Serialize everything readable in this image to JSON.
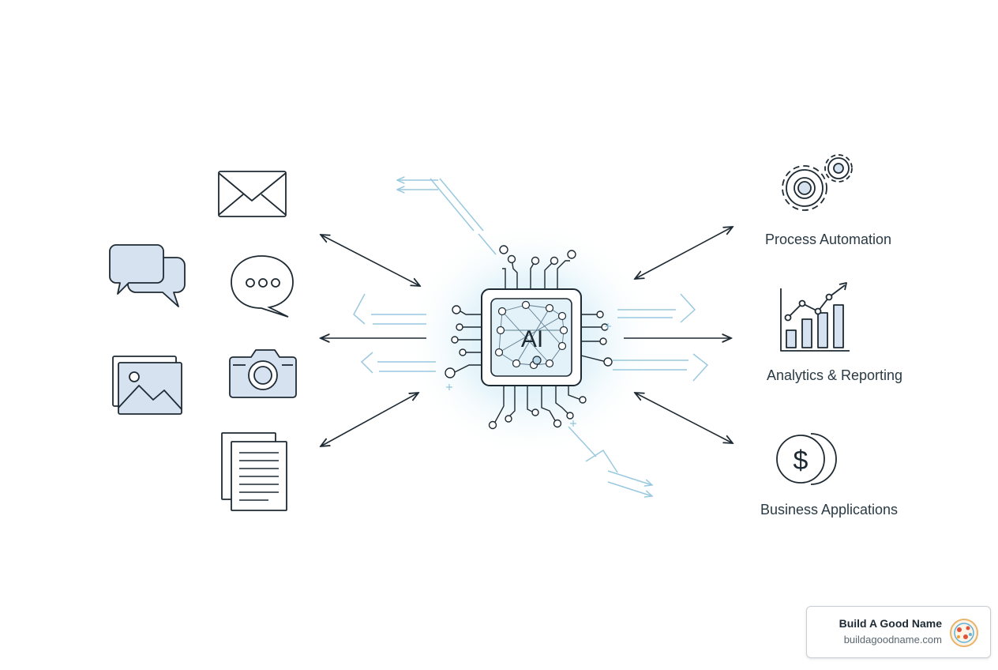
{
  "center": {
    "label": "AI"
  },
  "inputs": [
    {
      "icon": "envelope-icon"
    },
    {
      "icon": "chat-bubbles-icon"
    },
    {
      "icon": "speech-bubble-icon"
    },
    {
      "icon": "image-gallery-icon"
    },
    {
      "icon": "camera-icon"
    },
    {
      "icon": "documents-icon"
    }
  ],
  "outputs": [
    {
      "icon": "gears-icon",
      "label": "Process Automation"
    },
    {
      "icon": "growth-chart-icon",
      "label": "Analytics & Reporting"
    },
    {
      "icon": "dollar-coin-icon",
      "label": "Business Applications"
    }
  ],
  "branding": {
    "name": "Build A Good Name",
    "url": "buildagoodname.com",
    "logo": "brand-logo-icon"
  },
  "colors": {
    "line": "#1e2a33",
    "icon_fill": "#d6e2ef",
    "accent_blue": "#8ec3dc",
    "glow": "#bfe3f2"
  }
}
